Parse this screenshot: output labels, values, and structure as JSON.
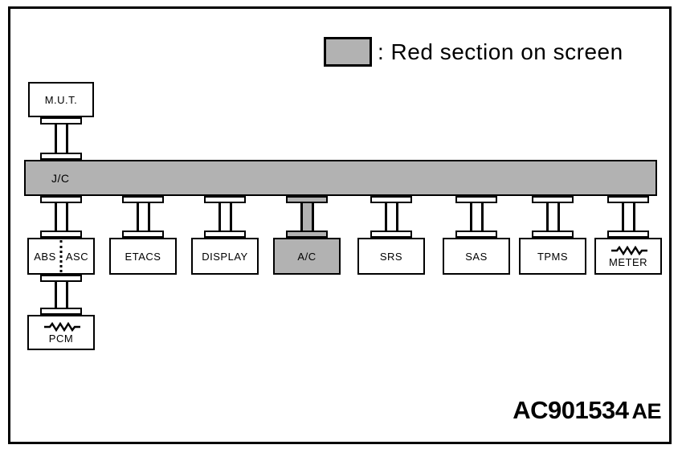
{
  "colors": {
    "section_highlight_gray": "#b2b2b2",
    "line_black": "#000000",
    "background": "#ffffff"
  },
  "legend": {
    "label": ": Red section on screen"
  },
  "diagram": {
    "tool_node": {
      "label": "M.U.T."
    },
    "bus": {
      "label": "J/C"
    },
    "nodes": [
      {
        "left_label": "ABS",
        "right_label": "ASC"
      },
      {
        "label": "ETACS"
      },
      {
        "label": "DISPLAY"
      },
      {
        "label": "A/C",
        "highlighted": true
      },
      {
        "label": "SRS"
      },
      {
        "label": "SAS"
      },
      {
        "label": "TPMS"
      },
      {
        "label": "METER",
        "terminating_resistor": true
      }
    ],
    "sub_node": {
      "label": "PCM",
      "terminating_resistor": true
    }
  },
  "figure_code": {
    "main": "AC901534",
    "suffix": "AE"
  }
}
